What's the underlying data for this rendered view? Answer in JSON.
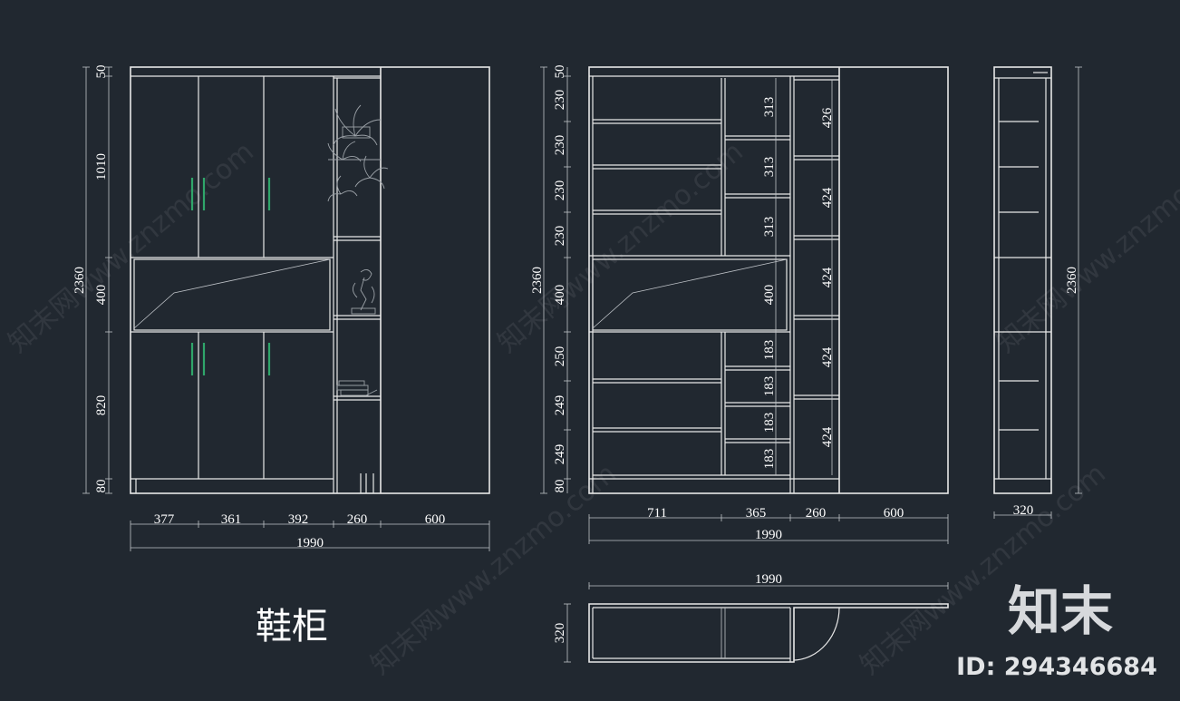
{
  "title": "鞋柜",
  "brand": {
    "name": "知末",
    "id_text": "ID: 294346684"
  },
  "watermark": "知末网www.znzmo.com",
  "front_view": {
    "height_total": "2360",
    "heights": [
      "50",
      "1010",
      "400",
      "820",
      "80"
    ],
    "widths": [
      "377",
      "361",
      "392",
      "260",
      "600"
    ],
    "width_total": "1990"
  },
  "section_view": {
    "height_total": "2360",
    "heights": [
      "50",
      "230",
      "230",
      "230",
      "230",
      "400",
      "250",
      "249",
      "249",
      "80"
    ],
    "mid_heights": [
      "313",
      "313",
      "313",
      "400",
      "183",
      "183",
      "183",
      "183"
    ],
    "right_heights": [
      "426",
      "424",
      "424",
      "424",
      "424"
    ],
    "widths": [
      "711",
      "365",
      "260",
      "600"
    ],
    "width_total": "1990"
  },
  "side_view": {
    "height_total": "2360",
    "depth": "320"
  },
  "plan_view": {
    "width_total": "1990",
    "depth": "320"
  }
}
